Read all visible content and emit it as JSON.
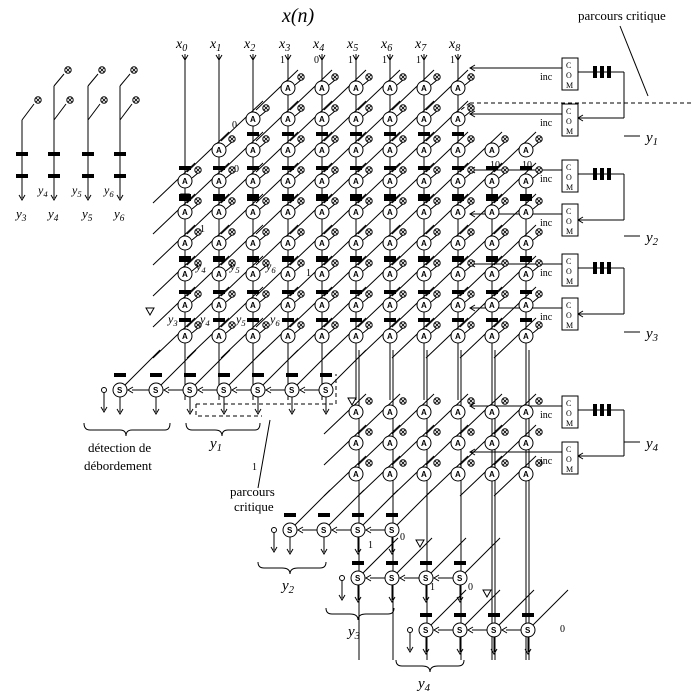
{
  "title": "x(n)",
  "inputs": [
    {
      "name": "x",
      "sub": "0"
    },
    {
      "name": "x",
      "sub": "1"
    },
    {
      "name": "x",
      "sub": "2"
    },
    {
      "name": "x",
      "sub": "3"
    },
    {
      "name": "x",
      "sub": "4"
    },
    {
      "name": "x",
      "sub": "5"
    },
    {
      "name": "x",
      "sub": "6"
    },
    {
      "name": "x",
      "sub": "7"
    },
    {
      "name": "x",
      "sub": "8"
    }
  ],
  "input_bits": [
    "1",
    "0",
    "1",
    "1",
    "1",
    "1"
  ],
  "cell_labels": {
    "adder": "A",
    "sum": "S"
  },
  "com_letters": [
    "C",
    "O",
    "M"
  ],
  "inc_label": "inc",
  "outputs": [
    {
      "name": "y",
      "sub": "1"
    },
    {
      "name": "y",
      "sub": "2"
    },
    {
      "name": "y",
      "sub": "3"
    },
    {
      "name": "y",
      "sub": "4"
    }
  ],
  "left_legend": [
    {
      "name": "y",
      "sub": "3"
    },
    {
      "name": "y",
      "sub": "4"
    },
    {
      "name": "y",
      "sub": "5"
    },
    {
      "name": "y",
      "sub": "6"
    }
  ],
  "left_legend_mid": [
    {
      "name": "y",
      "sub": "4"
    },
    {
      "name": "y",
      "sub": "5"
    },
    {
      "name": "y",
      "sub": "6"
    }
  ],
  "inner_y_labels": [
    {
      "name": "y",
      "sub": "4"
    },
    {
      "name": "y",
      "sub": "5"
    },
    {
      "name": "y",
      "sub": "6"
    },
    {
      "name": "y",
      "sub": "3"
    },
    {
      "name": "y",
      "sub": "4"
    },
    {
      "name": "y",
      "sub": "5"
    },
    {
      "name": "y",
      "sub": "6"
    }
  ],
  "const_labels": [
    "0",
    "0",
    "1",
    "10",
    "10",
    "1",
    "0",
    "1",
    "0",
    "1",
    "0",
    "1"
  ],
  "annotations": {
    "critical_top": "parcours critique",
    "critical_mid_1": "parcours",
    "critical_mid_2": "critique",
    "overflow_1": "détection de",
    "overflow_2": "débordement"
  }
}
